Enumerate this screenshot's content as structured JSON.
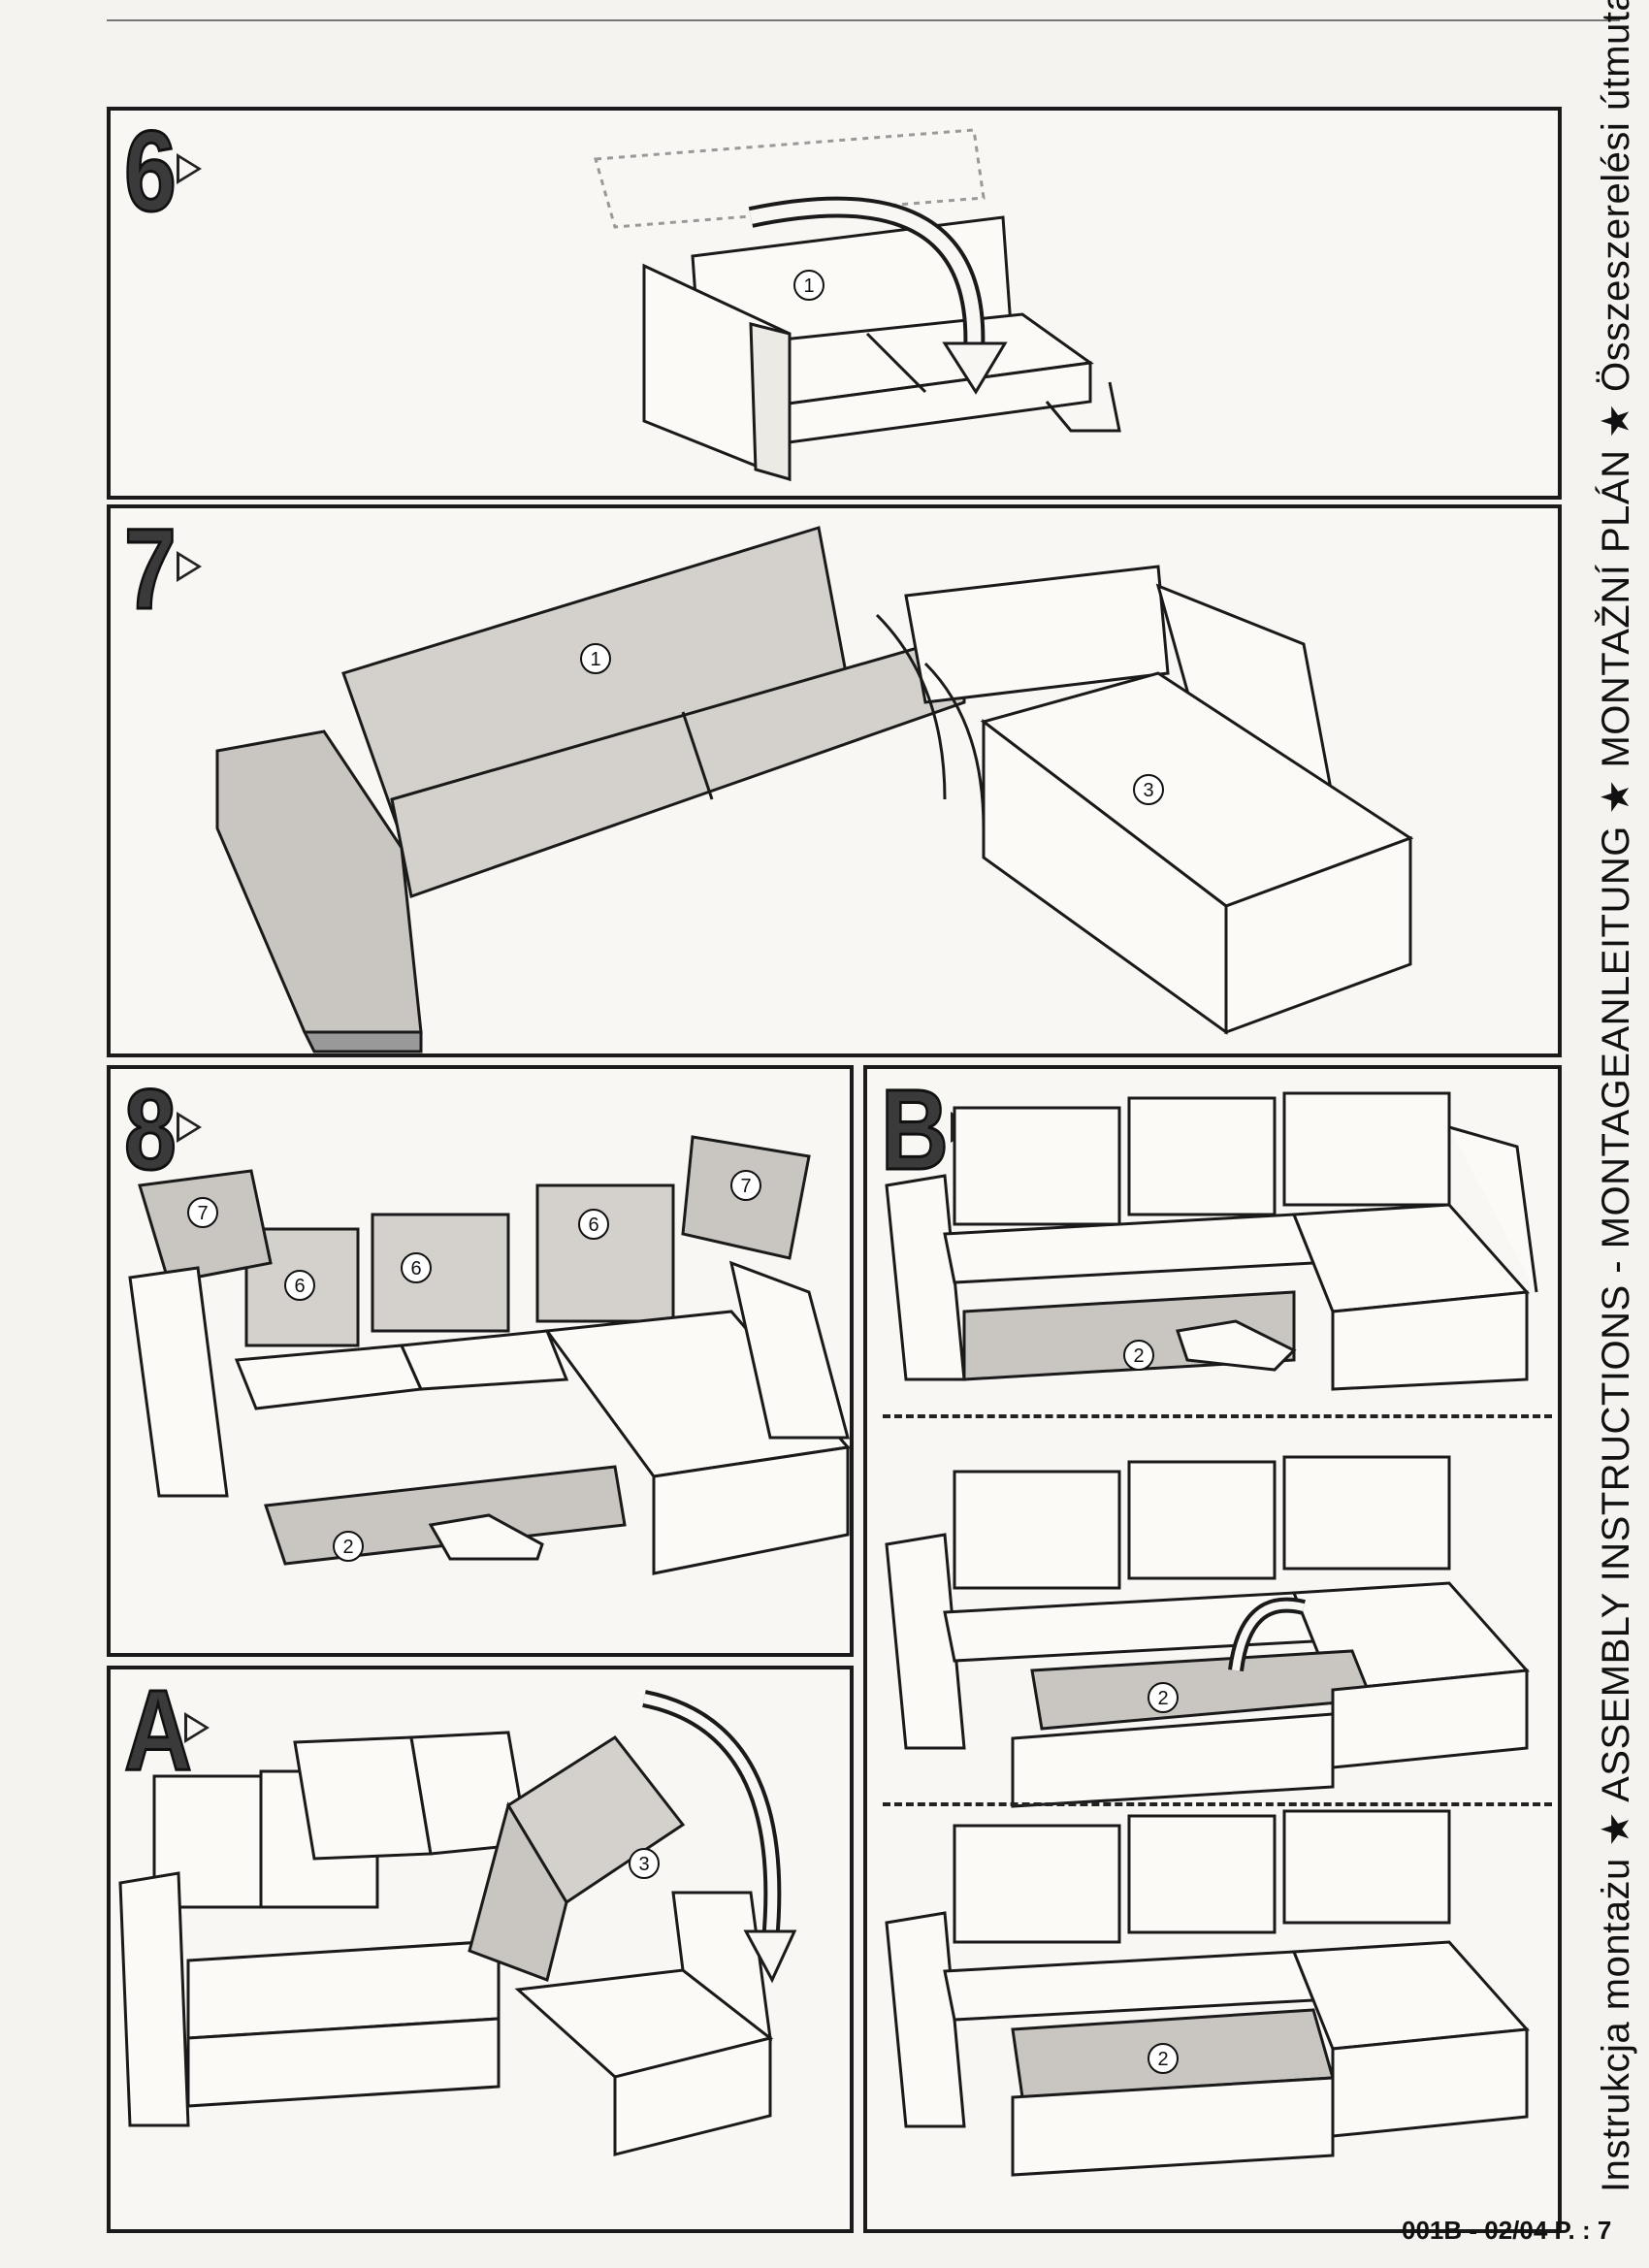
{
  "side_title": "Instrukcja montażu ★ ASSEMBLY INSTRUCTIONS - MONTAGEANLEITUNG ★ MONTAŽNÍ PLÁN ★ Összeszerelési útmutató",
  "footer": "001B - 02/04 P. : 7",
  "steps": {
    "s6": {
      "label": "6",
      "callouts": [
        "1"
      ]
    },
    "s7": {
      "label": "7",
      "callouts": [
        "1",
        "3"
      ]
    },
    "s8": {
      "label": "8",
      "callouts": [
        "7",
        "6",
        "6",
        "6",
        "7",
        "2"
      ]
    },
    "sA": {
      "label": "A",
      "callouts": [
        "3"
      ]
    },
    "sB": {
      "label": "B",
      "callouts": [
        "2",
        "2",
        "2"
      ]
    }
  },
  "colors": {
    "ink": "#1a1a1a",
    "shade": "#c9c6c1",
    "paper": "#f8f7f4"
  }
}
